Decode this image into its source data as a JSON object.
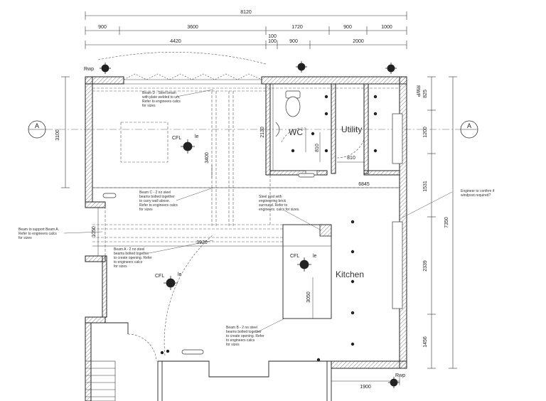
{
  "dimensions": {
    "overall": "8120",
    "row2": [
      "900",
      "3600",
      "1720",
      "900",
      "1000"
    ],
    "row3": [
      "4420",
      "100",
      "100",
      "900",
      "2000"
    ],
    "left_3100": "3100",
    "right": [
      "825",
      "1200",
      "1531",
      "2339",
      "1456"
    ],
    "right_overall": "7350",
    "wc_2130": "2130",
    "wc_810a": "810",
    "wc_810b": "810",
    "beam_3400": "3400",
    "span_6845": "6845",
    "span_3920": "3920",
    "opening_1050": "1050",
    "kitchen_3050": "3050",
    "bottom_1900": "1900"
  },
  "section_markers": [
    "A",
    "A"
  ],
  "labels": {
    "rwp_top": "Rwp",
    "rwp_right": "RWP",
    "rwp_bottom": "Rwp",
    "cfl": [
      "CFL",
      "CFL",
      "CFL"
    ],
    "le": [
      "le",
      "le",
      "le"
    ]
  },
  "rooms": {
    "wc": "WC",
    "utility": "Utility",
    "kitchen": "Kitchen"
  },
  "notes": {
    "beam_d": [
      "Beam D - Steel beam",
      "with plate welded to u/s.",
      "Refer to engineers calcs",
      "for sizes"
    ],
    "beam_c": [
      "Beam C - 2 no steel",
      "beams bolted together",
      "to carry wall above.",
      "Refer to engineers calcs",
      "for sizes"
    ],
    "steel_post": [
      "Steel post with",
      "engineering brick",
      "surround. Refer to",
      "engineers. calcs for sizes."
    ],
    "beam_support": [
      "Beam to support Beam A.",
      "Refer to engineers calcs",
      "for sizes"
    ],
    "beam_a": [
      "Beam A - 2 no steel",
      "beams bolted together",
      "to create opening. Refer",
      "to engineers calcs",
      "for sizes"
    ],
    "beam_b": [
      "Beam B - 2 no steel",
      "beams bolted together",
      "to create opening. Refer",
      "to engineers calcs",
      "for sizes"
    ],
    "windpost": [
      "Engineer to confirm if",
      "windpost required?"
    ]
  }
}
